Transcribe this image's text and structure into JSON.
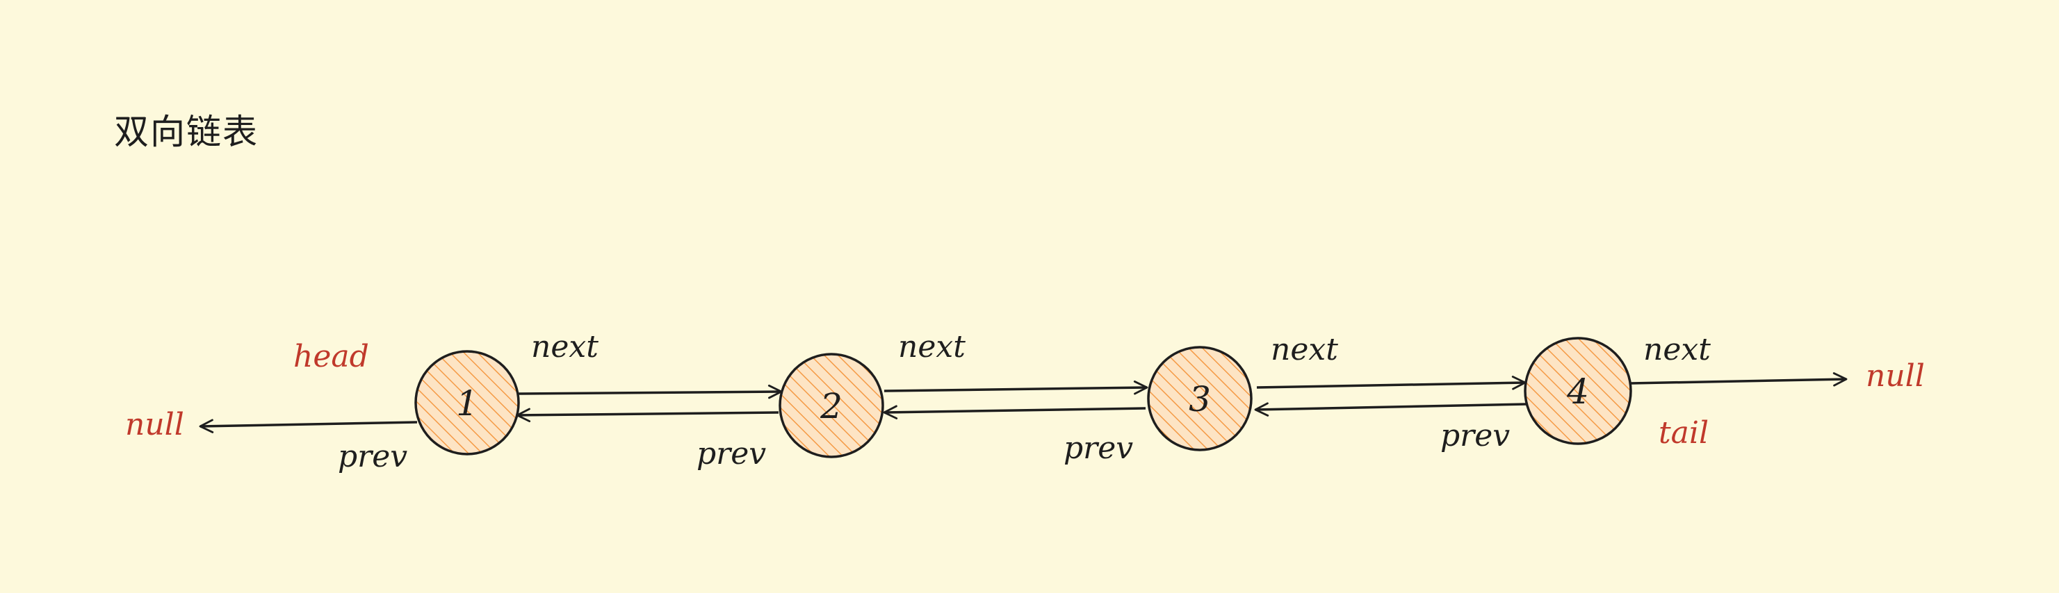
{
  "title": "双向链表",
  "colors": {
    "background": "#fdf9dc",
    "stroke": "#1e1e1e",
    "node_fill": "#fde4c4",
    "hatch": "#f59a45",
    "accent_red": "#c0392b"
  },
  "nodes": [
    {
      "label": "1"
    },
    {
      "label": "2"
    },
    {
      "label": "3"
    },
    {
      "label": "4"
    }
  ],
  "labels": {
    "head": "head",
    "tail": "tail",
    "null_left": "null",
    "null_right": "null",
    "next": "next",
    "prev": "prev"
  }
}
